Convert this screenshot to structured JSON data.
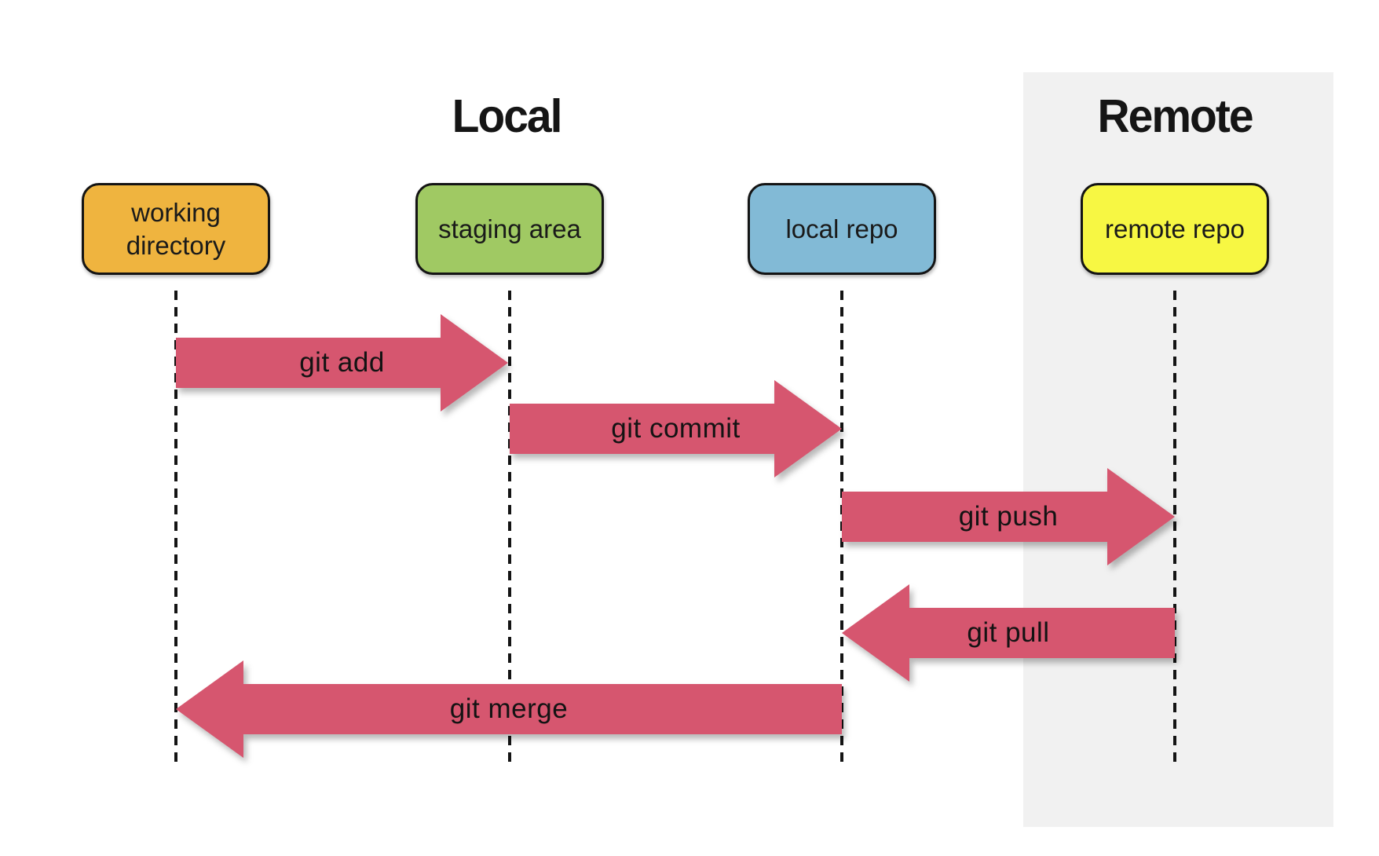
{
  "diagram_title": "git workflow sequence diagram",
  "sections": {
    "local": {
      "label": "Local"
    },
    "remote": {
      "label": "Remote"
    }
  },
  "boxes": [
    {
      "label": "working directory",
      "fill": "#efb43f"
    },
    {
      "label": "staging area",
      "fill": "#a0c963"
    },
    {
      "label": "local repo",
      "fill": "#82bad6"
    },
    {
      "label": "remote repo",
      "fill": "#f7f743"
    }
  ],
  "arrows": [
    {
      "label": "git add",
      "from": "working directory",
      "to": "staging area",
      "direction": "right"
    },
    {
      "label": "git commit",
      "from": "staging area",
      "to": "local repo",
      "direction": "right"
    },
    {
      "label": "git push",
      "from": "local repo",
      "to": "remote repo",
      "direction": "right"
    },
    {
      "label": "git pull",
      "from": "remote repo",
      "to": "local repo",
      "direction": "left"
    },
    {
      "label": "git merge",
      "from": "local repo",
      "to": "working directory",
      "direction": "left"
    }
  ],
  "colors": {
    "arrow_fill": "#d6566f",
    "remote_panel_bg": "#f1f1f1",
    "outline": "#141414"
  }
}
